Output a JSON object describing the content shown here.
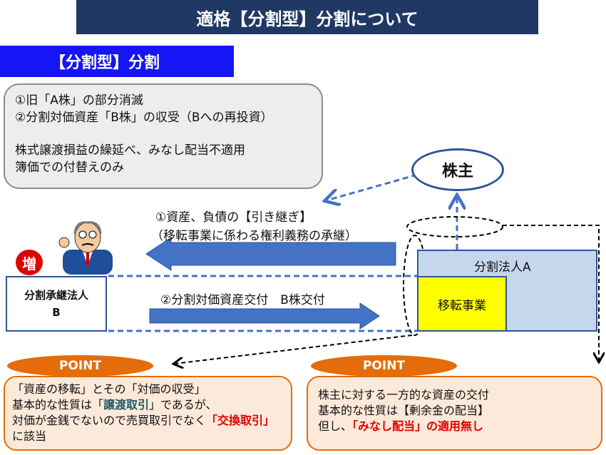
{
  "title": "適格【分割型】分割について",
  "section_label": "【分割型】分割",
  "summary": {
    "line1": "①旧「A株」の部分消滅",
    "line2": "②分割対価資産「B株」の収受（Bへの再投資）",
    "line3": "株式譲渡損益の繰延べ、みなし配当不適用",
    "line4": "簿価での付替えのみ"
  },
  "diagram": {
    "shareholder": "株主",
    "flow1_line1": "①資産、負債の【引き継ぎ】",
    "flow1_line2": "（移転事業に係わる権利義務の承継）",
    "flow2": "②分割対価資産交付　B株交付",
    "increase_badge": "増",
    "successor_line1": "分割承継法人",
    "successor_line2": "B",
    "splitting_corp": "分割法人A",
    "transferred_business": "移転事業",
    "colors": {
      "arrow": "#4472c4",
      "border": "#2e5597",
      "accent": "#e46c0a"
    }
  },
  "points": [
    {
      "label": "POINT",
      "l1": "「資産の移転」とその「対価の収受」",
      "l2a": "基本的な性質は「",
      "l2b": "譲渡取引",
      "l2c": "」であるが、",
      "l3a": "対価が金銭でないので売買取引でなく",
      "l3b": "「交換取引」",
      "l3c": "に該当"
    },
    {
      "label": "POINT",
      "l1": "株主に対する一方的な資産の交付",
      "l2": "基本的な性質は【剰余金の配当】",
      "l3a": "但し、",
      "l3b": "「みなし配当」の適用無し"
    }
  ]
}
